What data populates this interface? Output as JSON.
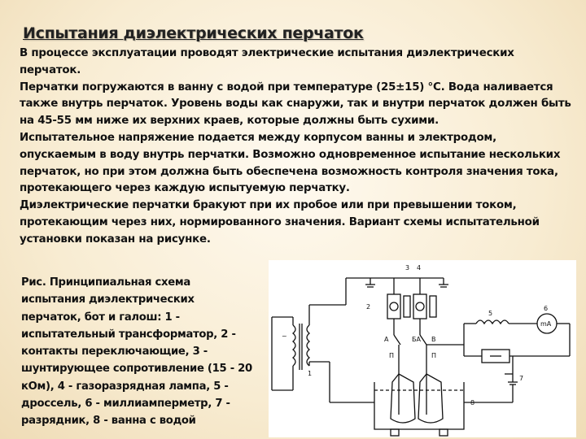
{
  "slide": {
    "title": "Испытания диэлектрических перчаток",
    "paragraph_1": "В процессе  эксплуатации проводят электрические испытания диэлектрических перчаток.",
    "paragraph_2": "Перчатки погружаются в ванну с водой при температуре (25±15) °С. Вода наливается также внутрь перчаток. Уровень воды как снаружи, так и внутри перчаток должен быть на 45-55 мм ниже их верхних краев, которые должны быть сухими.",
    "paragraph_3": "Испытательное напряжение подается между корпусом ванны и электродом, опускаемым в воду внутрь перчатки. Возможно одновременное  испытание нескольких перчаток, но при этом должна быть обеспечена возможность контроля значения тока, протекающего через каждую испытуемую перчатку.",
    "paragraph_4": "Диэлектрические перчатки бракуют при их пробое или при превышении током, протекающим через них, нормированного значения. Вариант схемы испытательной установки показан на рисунке.",
    "caption": "Рис. Принципиальная схема испытания диэлектрических перчаток, бот и галош: 1 - испытательный трансформатор, 2 - контакты переключающие, 3 - шунтирующее сопротивление (15 - 20 кОм), 4 - газоразрядная лампа, 5 - дроссель, 6 - миллиамперметр, 7 - разрядник, 8 - ванна с водой"
  },
  "figure": {
    "labels": {
      "n1": "1",
      "n2": "2",
      "n3": "3",
      "n4": "4",
      "n5": "5",
      "n6": "6",
      "n7": "7",
      "n8": "8",
      "tilde": "~",
      "mA": "mA",
      "A": "А",
      "BA": "БА",
      "P1": "П",
      "P2": "П",
      "V": "В"
    }
  }
}
